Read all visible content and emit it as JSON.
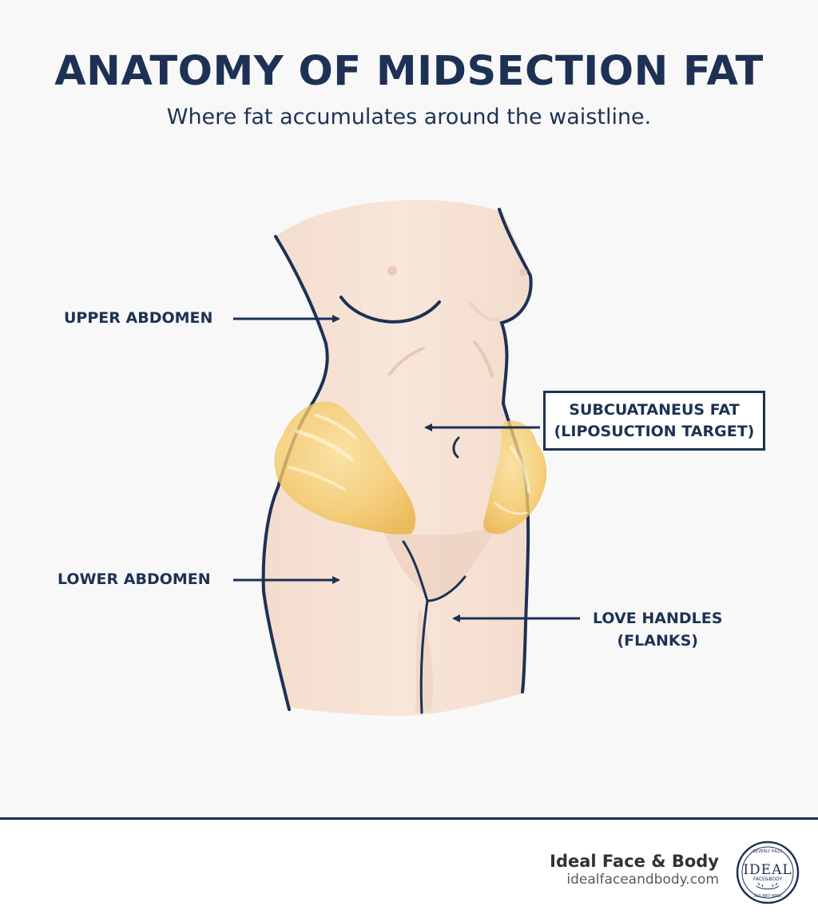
{
  "header": {
    "title": "ANATOMY OF MIDSECTION FAT",
    "subtitle": "Where fat accumulates around the waistline."
  },
  "labels": {
    "upper_abdomen": "UPPER ABDOMEN",
    "lower_abdomen": "LOWER ABDOMEN",
    "love_handles_line1": "LOVE HANDLES",
    "love_handles_line2": "(FLANKS)",
    "subcutaneous_line1": "SUBCUATANEUS FAT",
    "subcutaneous_line2": "(LIPOSUCTION TARGET)"
  },
  "footer": {
    "brand": "Ideal Face & Body",
    "url": "idealfaceandbody.com",
    "seal_text": "IDEAL",
    "seal_subtext": "FACE&BODY",
    "seal_top": "BEVERLY HILLS",
    "seal_bottom": "310-887-9990"
  },
  "colors": {
    "navy": "#1d3154",
    "skin": "#f6e1d4",
    "fat": "#f2c14e",
    "background": "#f8f8f9"
  },
  "icons": {
    "arrow": "arrow-right-icon",
    "seal": "brand-seal-icon"
  }
}
